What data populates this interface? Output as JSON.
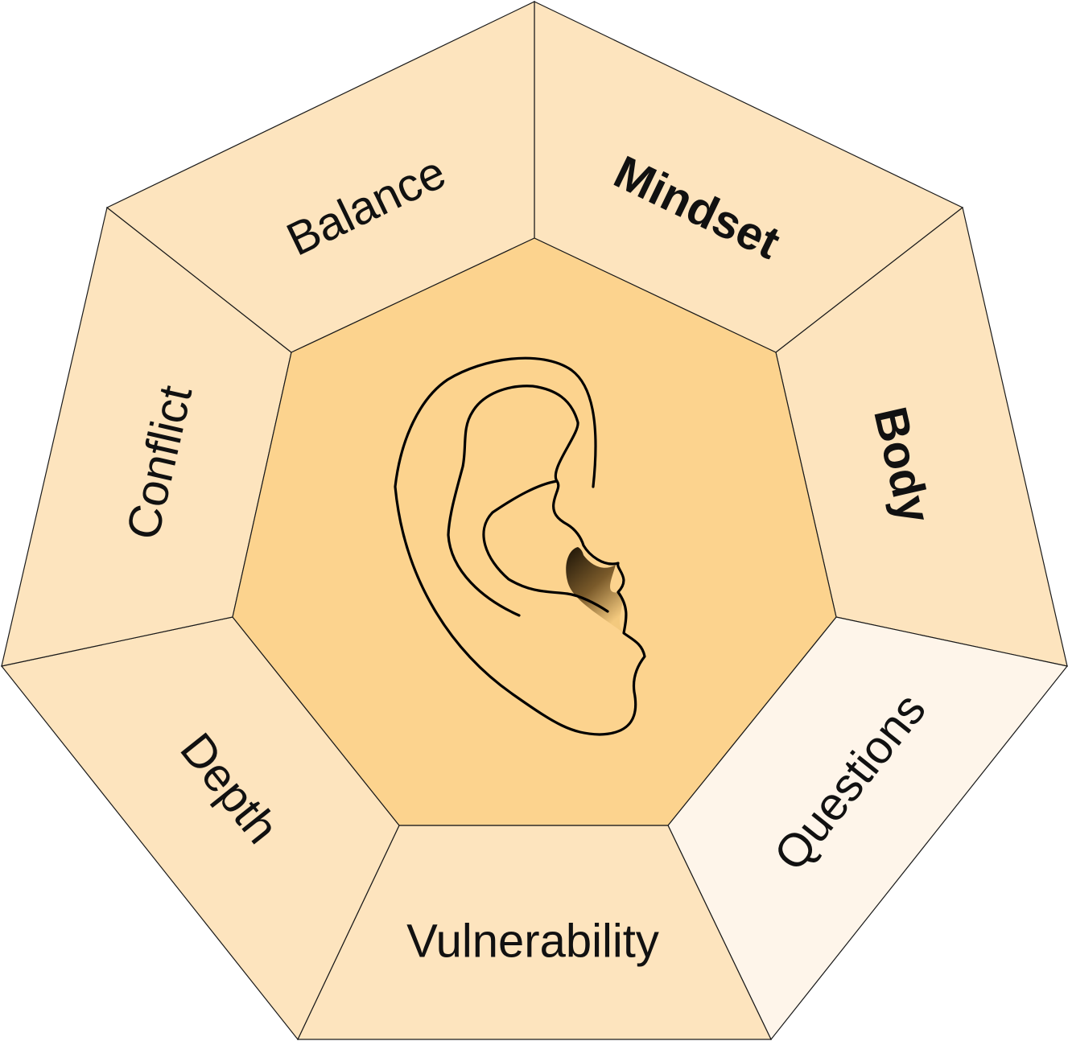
{
  "segments": [
    {
      "id": "mindset",
      "label": "Mindset",
      "bold": true,
      "fill": "#FDE4BE"
    },
    {
      "id": "body",
      "label": "Body",
      "bold": true,
      "fill": "#FDE4BE"
    },
    {
      "id": "questions",
      "label": "Questions",
      "bold": false,
      "fill": "#FEF5EA"
    },
    {
      "id": "vulnerability",
      "label": "Vulnerability",
      "bold": false,
      "fill": "#FDE4BE"
    },
    {
      "id": "depth",
      "label": "Depth",
      "bold": false,
      "fill": "#FDE4BE"
    },
    {
      "id": "conflict",
      "label": "Conflict",
      "bold": false,
      "fill": "#FDE4BE"
    },
    {
      "id": "balance",
      "label": "Balance",
      "bold": false,
      "fill": "#FDE4BE"
    }
  ],
  "center": {
    "icon": "ear-icon",
    "fill": "#FCD38E"
  }
}
